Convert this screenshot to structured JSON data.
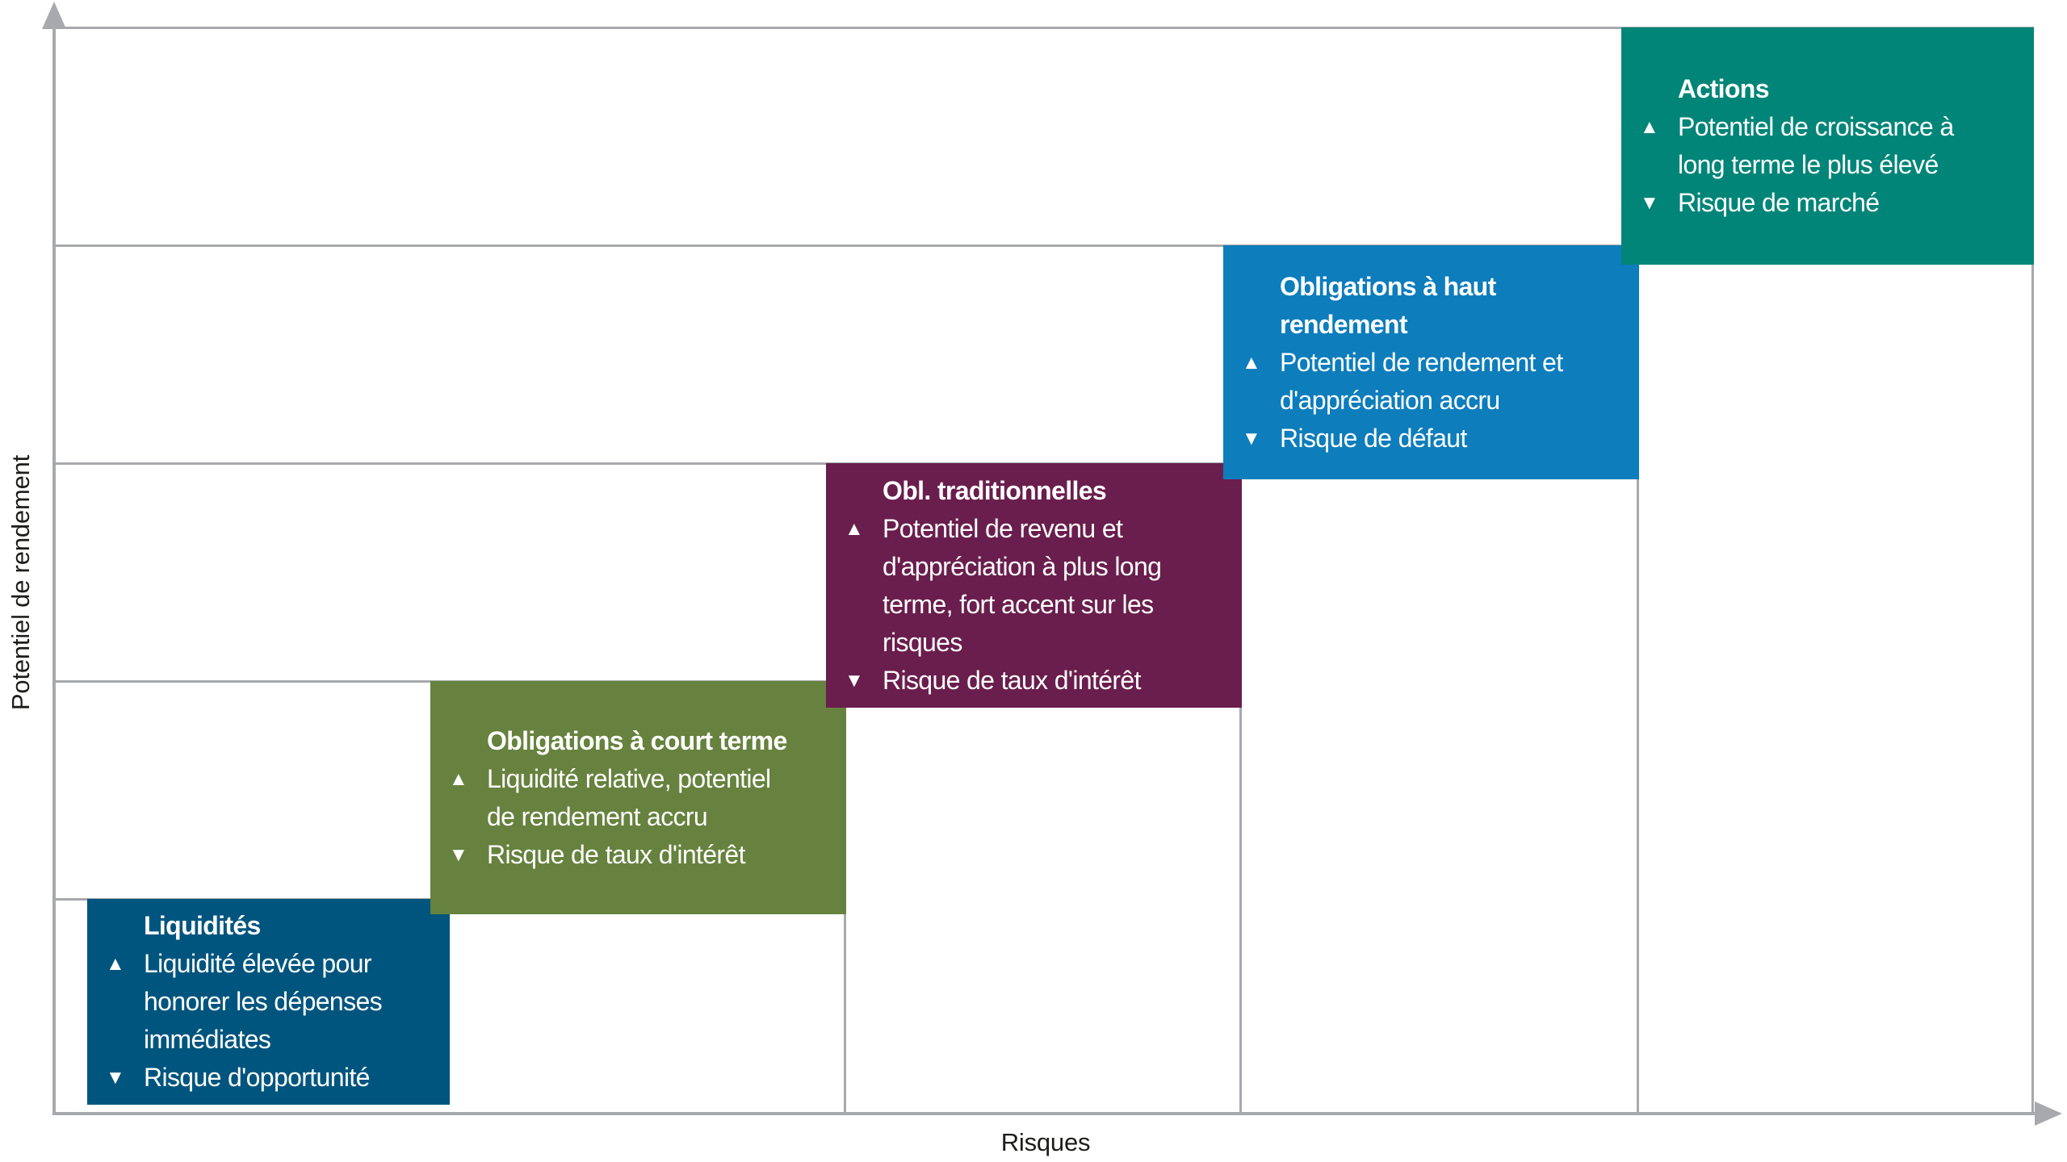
{
  "axes": {
    "x_label": "Risques",
    "y_label": "Potentiel de rendement",
    "line_color": "#A7A9AC",
    "label_color": "#1D1D1B"
  },
  "icons": {
    "up_triangle": "▲",
    "down_triangle": "▼"
  },
  "chart_data": {
    "type": "diagram",
    "subtype": "risk-return-staircase",
    "xlabel": "Risques",
    "ylabel": "Potentiel de rendement",
    "grid": "partial-steps",
    "legend_position": "none",
    "steps": [
      {
        "name": "Liquidités",
        "color": "#00557E",
        "risk_rank": 1,
        "return_rank": 1,
        "pro": "Liquidité élevée pour\nhonorer les dépenses\nimmédiates",
        "con": "Risque d'opportunité"
      },
      {
        "name": "Obligations à court terme",
        "color": "#66823E",
        "risk_rank": 2,
        "return_rank": 2,
        "pro": "Liquidité relative, potentiel\nde rendement accru",
        "con": "Risque de taux d'intérêt"
      },
      {
        "name": "Obl. traditionnelles",
        "color": "#6A1E4D",
        "risk_rank": 3,
        "return_rank": 3,
        "pro": "Potentiel de revenu et\nd'appréciation à plus long\nterme, fort accent sur les\nrisques",
        "con": "Risque de taux d'intérêt"
      },
      {
        "name": "Obligations à haut\nrendement",
        "color": "#0D7DBC",
        "risk_rank": 4,
        "return_rank": 4,
        "pro": "Potentiel de rendement et\nd'appréciation accru",
        "con": "Risque de défaut"
      },
      {
        "name": "Actions",
        "color": "#008578",
        "risk_rank": 5,
        "return_rank": 5,
        "pro": "Potentiel de croissance à\nlong terme le plus élevé",
        "con": "Risque de marché"
      }
    ]
  }
}
